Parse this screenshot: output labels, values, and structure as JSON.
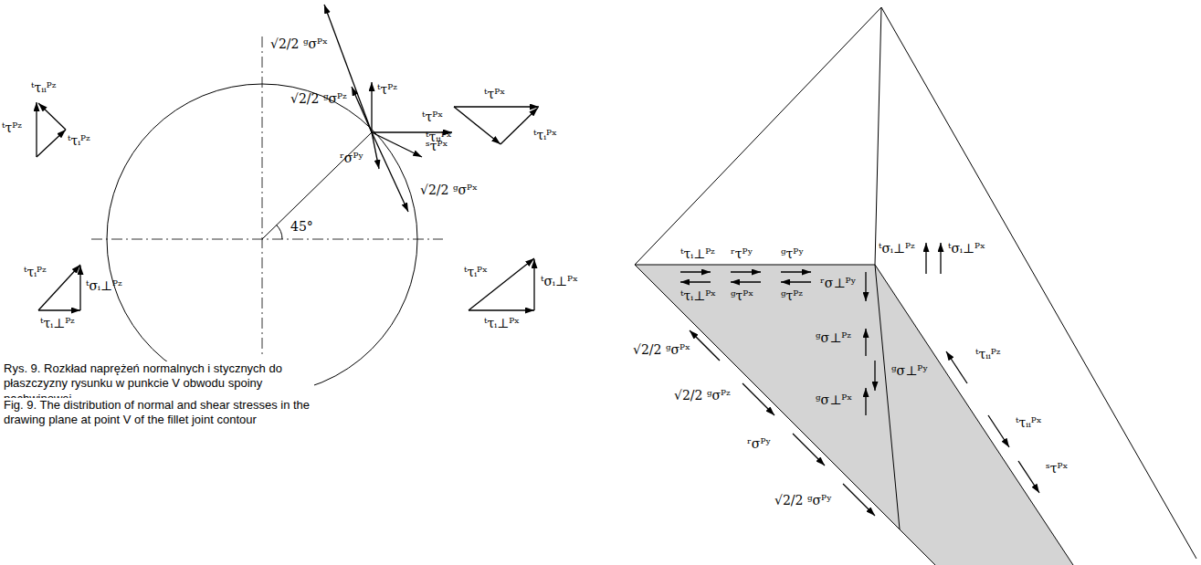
{
  "diagram": {
    "caption": "Rys. 9. Rozkład naprężeń normalnych i stycznych do płaszczyzny rysunku w punkcie V obwodu spoiny pachwinowej",
    "labels": [
      "√2/2 ᵍσᴾˣ",
      "ᵗτᴾᶻ",
      "√2/2 ᵍσᴾᶻ",
      "ᵗτᴾˣ",
      "ʳσᴾʸ",
      "ˢτᴾˣ",
      "√2/2 ᵍσᴾˣ",
      "45°",
      "ᵗτᵢᵢᴾᶻ",
      "ᵗτᴾᶻ",
      "ᵗτᵢᴾᶻ",
      "ᵗτᵢᴾᶻ",
      "ᵗσᵢ⊥ᴾᶻ",
      "ᵗτᵢ⊥ᴾᶻ",
      "ᵗτᴾˣ",
      "ᵗτᵢᵢᴾˣ",
      "ᵗτᵢᴾˣ",
      "ᵗτᵢᴾˣ",
      "ᵗσᵢ⊥ᴾˣ",
      "ᵗτᵢ⊥ᴾˣ",
      "ᵗτᵢ⊥ᴾᶻ",
      "ʳτᴾʸ",
      "ᵍτᴾʸ",
      "ᵗτᵢ⊥ᴾˣ",
      "ᵍτᴾˣ",
      "ᵍτᴾᶻ",
      "ᵗσᵢ⊥ᴾᶻ",
      "ᵗσᵢ⊥ᴾˣ",
      "ʳσ⊥ᴾʸ",
      "ᵍσ⊥ᴾᶻ",
      "ᵍσ⊥ᴾʸ",
      "ᵍσ⊥ᴾˣ",
      "ᵗτᵢᵢᴾᶻ",
      "ᵗτᵢᵢᴾˣ",
      "ˢτᴾˣ",
      "√2/2 ᵍσᴾˣ",
      "√2/2 ᵍσᴾᶻ",
      "ʳσᴾʸ",
      "√2/2 ᵍσᴾʸ",
      "Fig. 9. The distribution of normal and shear stresses in the drawing plane at point V of the fillet joint contour"
    ]
  }
}
